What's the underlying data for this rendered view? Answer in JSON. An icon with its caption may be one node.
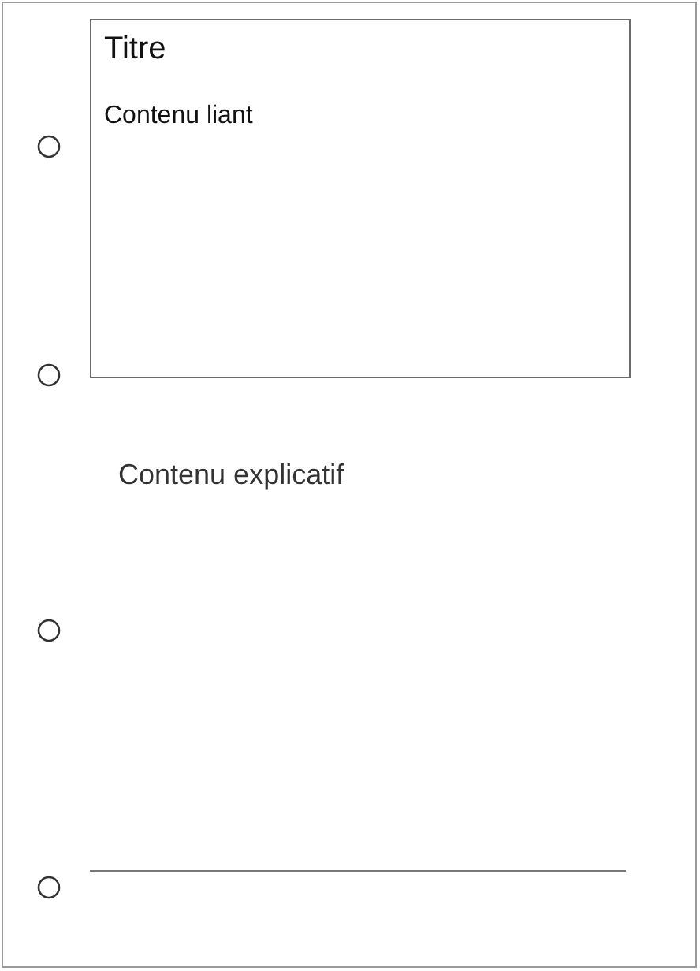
{
  "diagram": {
    "nodes": [
      {
        "text": [
          "Titre",
          "Contenu liant"
        ]
      }
    ],
    "labels": [
      "Contenu explicatif"
    ]
  }
}
